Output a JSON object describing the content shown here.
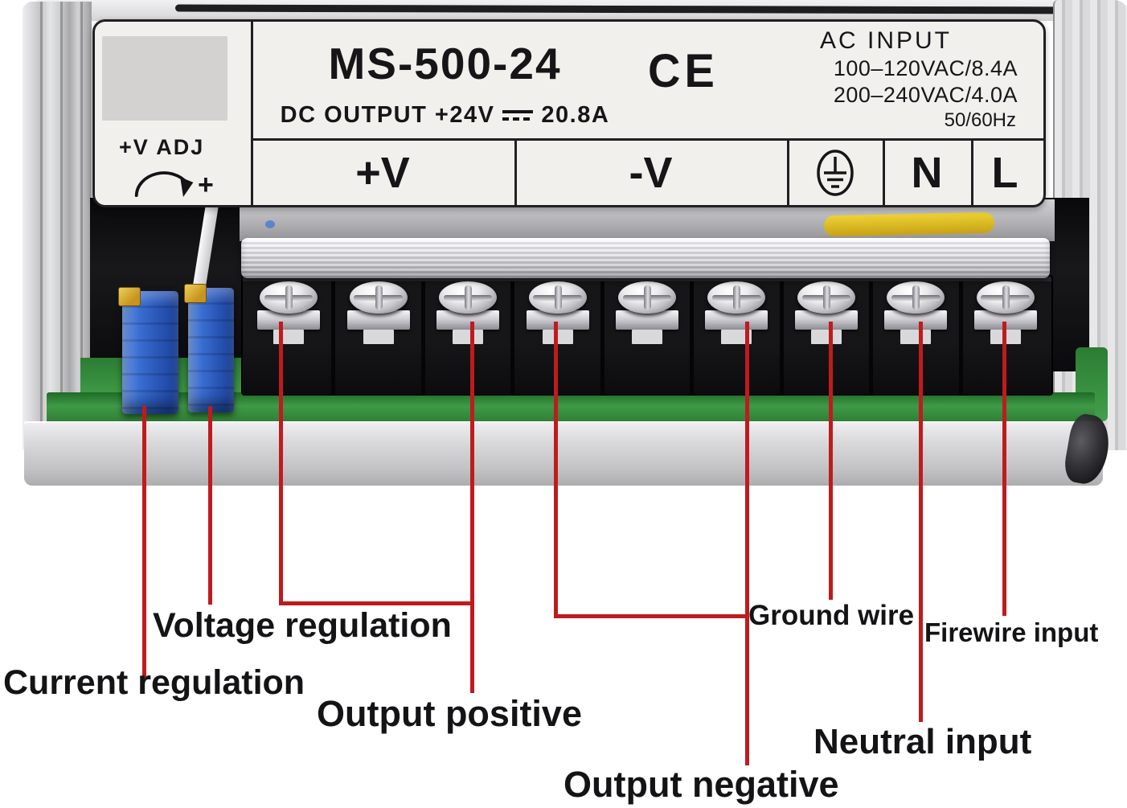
{
  "device": {
    "model": "MS-500-24",
    "dc_output_label": "DC OUTPUT +24V",
    "dc_output_current": "20.8A",
    "ce_mark": "CE",
    "ac_input": {
      "title": "AC INPUT",
      "range_1": "100–120VAC/8.4A",
      "range_2": "200–240VAC/4.0A",
      "frequency": "50/60Hz"
    },
    "voltage_adjust": {
      "label": "+V ADJ",
      "plus_sign": "+"
    },
    "terminals": {
      "positive": "+V",
      "negative": "-V",
      "neutral": "N",
      "live": "L"
    }
  },
  "annotations": {
    "current_regulation": "Current regulation",
    "voltage_regulation": "Voltage regulation",
    "output_positive": "Output positive",
    "output_negative": "Output negative",
    "ground_wire": "Ground wire",
    "neutral_input": "Neutral input",
    "firewire_input": "Firewire input"
  },
  "colors": {
    "annotation_line": "#bf1b1e",
    "label_background": "#f2f0ed",
    "pcb_green": "#3f9a46",
    "potentiometer_blue": "#2a57b8",
    "wire_yellow": "#eed335"
  }
}
